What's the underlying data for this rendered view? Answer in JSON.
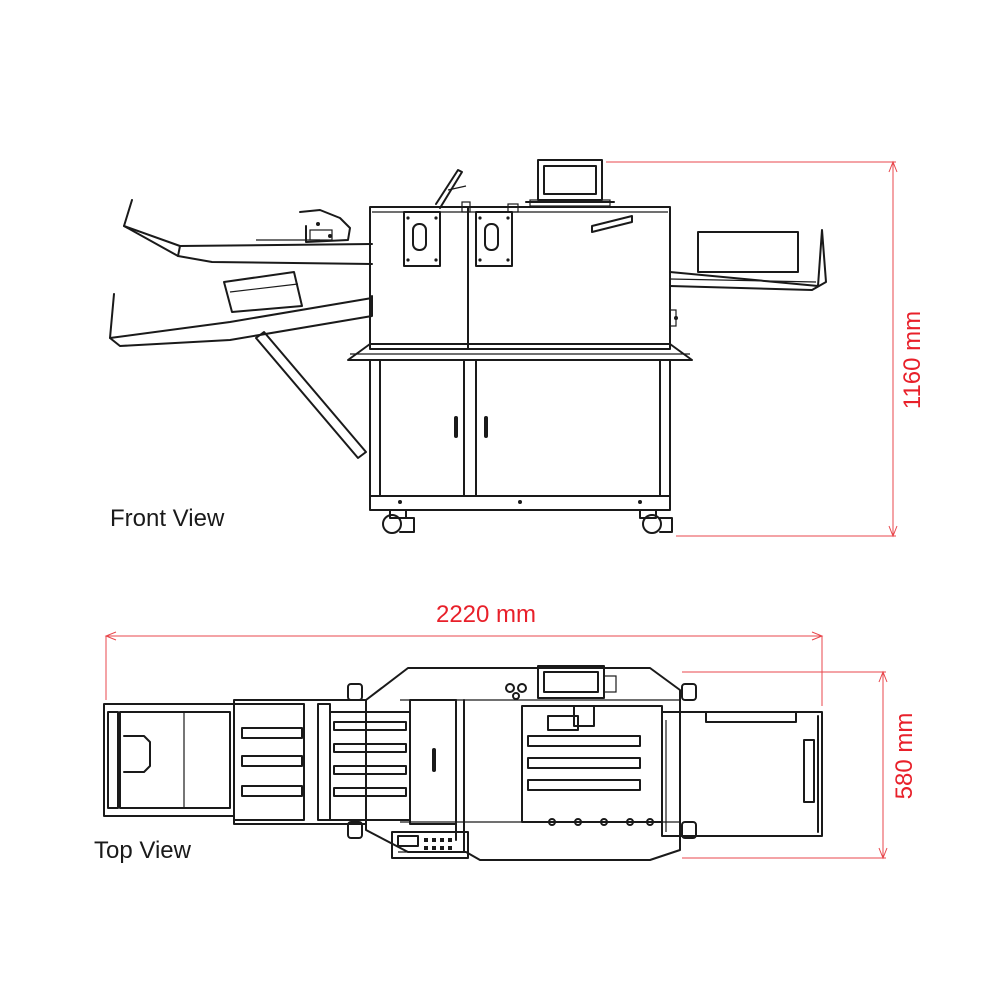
{
  "labels": {
    "front_view": "Front View",
    "top_view": "Top View"
  },
  "dimensions": {
    "height": "1160 mm",
    "width": "2220 mm",
    "depth": "580 mm"
  },
  "colors": {
    "line": "#1a1a1a",
    "dimension": "#e8202a"
  }
}
